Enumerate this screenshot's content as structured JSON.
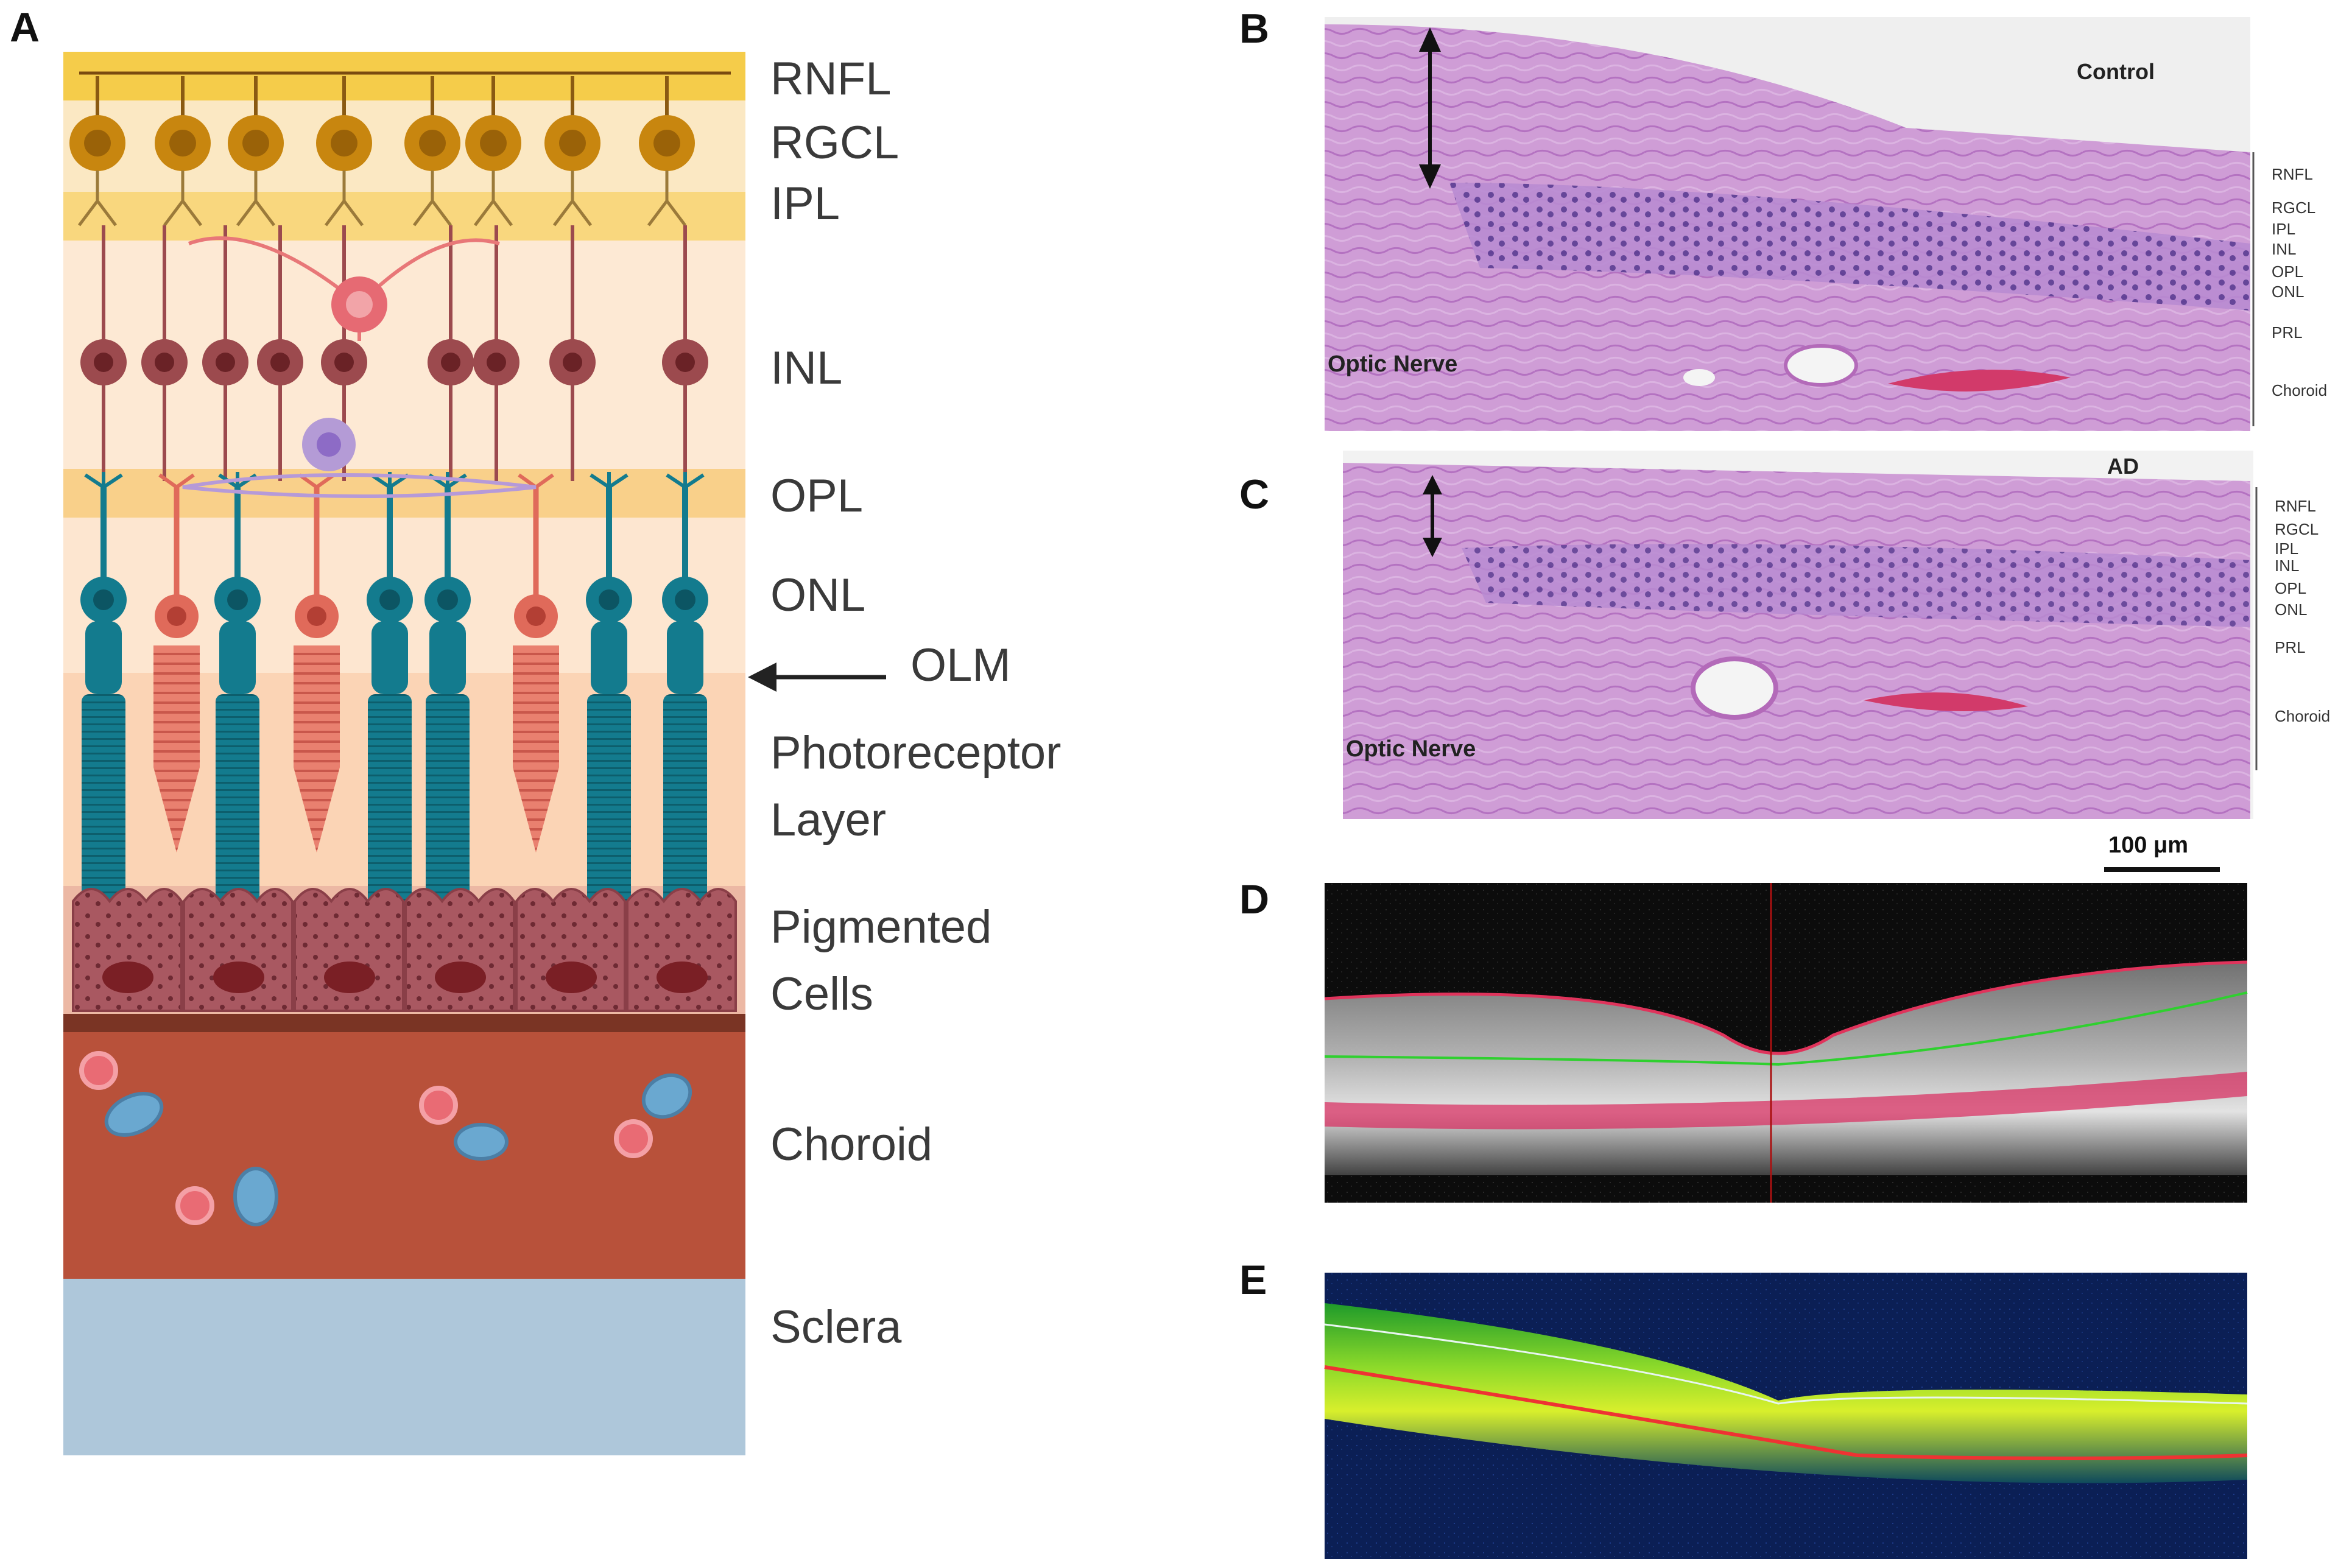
{
  "panels": {
    "a": "A",
    "b": "B",
    "c": "C",
    "d": "D",
    "e": "E"
  },
  "panel_a": {
    "layers": [
      {
        "label": "RNFL"
      },
      {
        "label": "RGCL"
      },
      {
        "label": "IPL"
      },
      {
        "label": "INL"
      },
      {
        "label": "OPL"
      },
      {
        "label": "ONL"
      },
      {
        "label": "OLM"
      },
      {
        "label_line1": "Photoreceptor",
        "label_line2": "Layer"
      },
      {
        "label_line1": "Pigmented",
        "label_line2": "Cells"
      },
      {
        "label": "Choroid"
      },
      {
        "label": "Sclera"
      }
    ]
  },
  "panel_b": {
    "title": "Control",
    "region": "Optic Nerve",
    "layer_labels": [
      "RNFL",
      "RGCL",
      "IPL",
      "INL",
      "OPL",
      "ONL",
      "PRL",
      "Choroid"
    ]
  },
  "panel_c": {
    "title": "AD",
    "region": "Optic Nerve",
    "layer_labels": [
      "RNFL",
      "RGCL",
      "IPL",
      "INL",
      "OPL",
      "ONL",
      "PRL",
      "Choroid"
    ],
    "scale_bar": "100 μm"
  },
  "colors": {
    "rgc": "#c8860f",
    "bipolar": "#9c4a4e",
    "rod": "#137b8e",
    "cone": "#e06a5a",
    "choroid": "#b8513a",
    "sclera": "#aec7da",
    "histology": "#c98ad0"
  }
}
